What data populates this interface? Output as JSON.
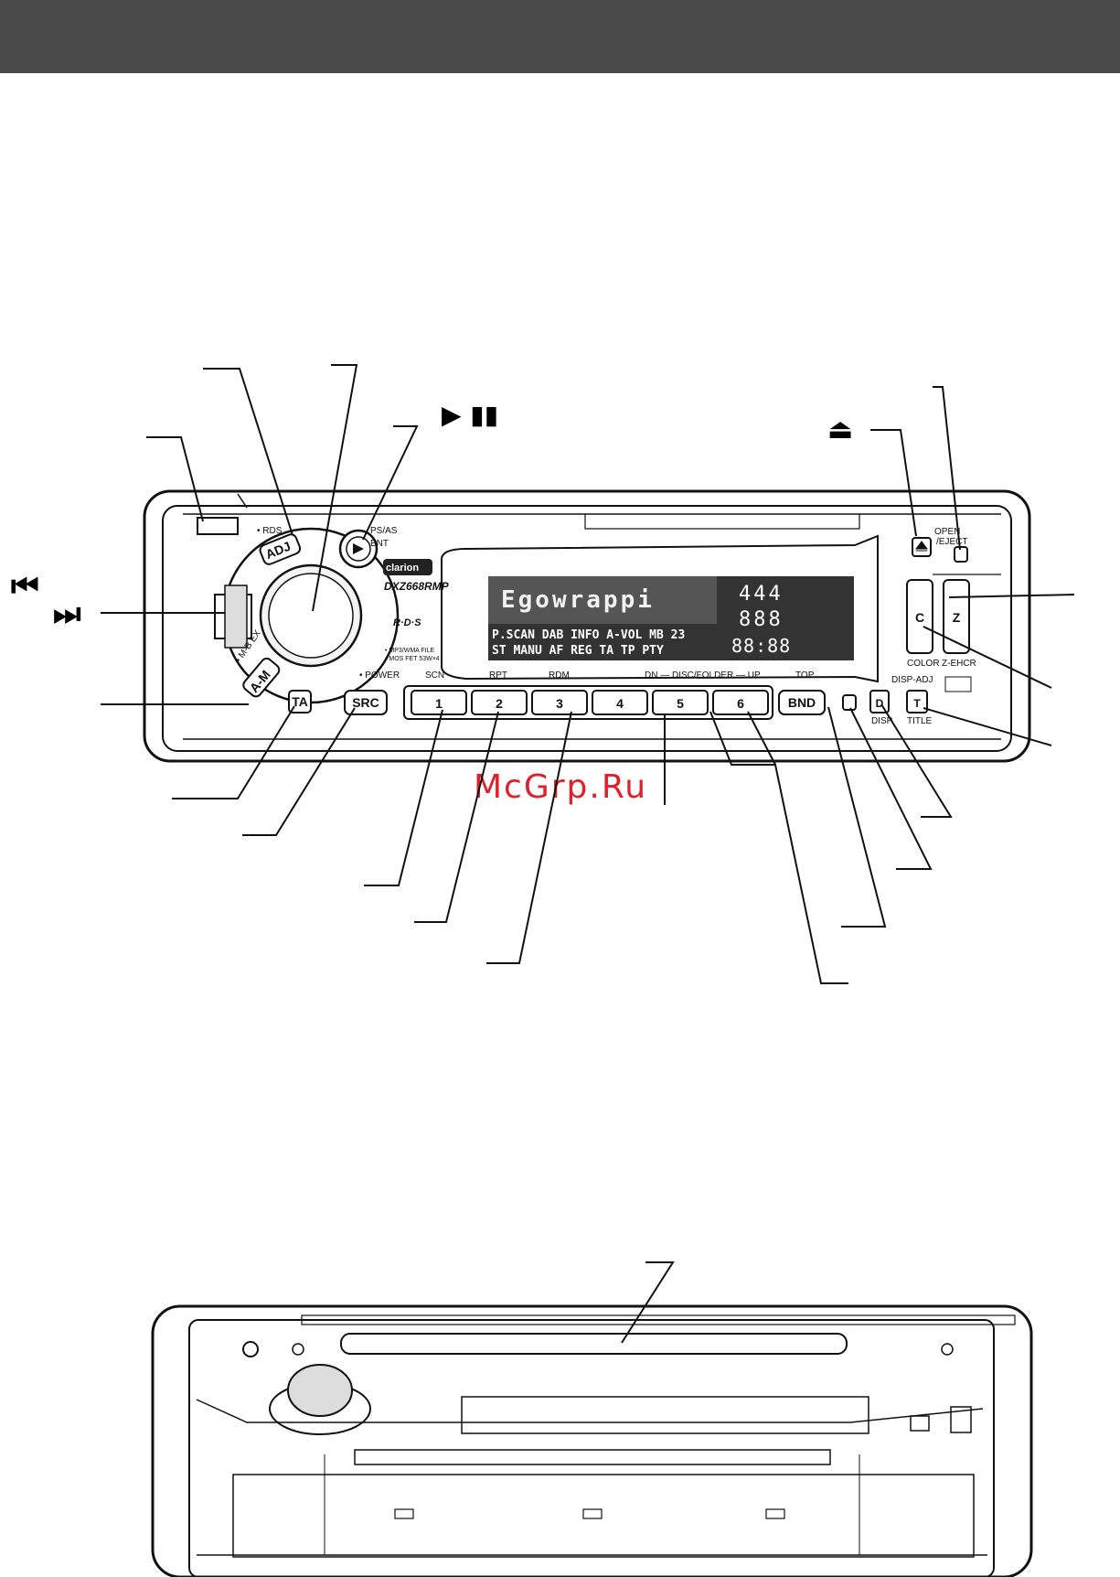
{
  "header": {
    "color": "#4a4a4a"
  },
  "watermark": "McGrp.Ru",
  "icons": {
    "prev": "⏮",
    "next": "⏭",
    "eject": "⏏",
    "play_pause": "▶ ▮▮"
  },
  "radio": {
    "brand": "clarion",
    "model": "DXZ668RMP",
    "rds_logo": "R·D·S",
    "mp3_note": "• MP3/WMA FILE",
    "mosfet_note": "• MOS FET 53W×4",
    "display": {
      "line1": "Egowrappi",
      "line2": "P.SCAN DAB INFO A-VOL MB 23",
      "line3": "ST  MANU AF REG TA TP PTY",
      "seg_top": "444",
      "seg_mid": "888",
      "seg_clock": "88:88"
    },
    "buttons": {
      "rds": "• RDS",
      "adj": "ADJ",
      "ps_as": "PS/AS",
      "ent": "ENT",
      "mbex": "• M-B EX",
      "am": "A-M",
      "ta": "TA",
      "src": "SRC",
      "power": "• POWER",
      "presets": [
        "1",
        "2",
        "3",
        "4",
        "5",
        "6"
      ],
      "bnd": "BND",
      "d": "D",
      "disp": "DISP",
      "t": "T",
      "title": "TITLE",
      "c": "C",
      "z": "Z",
      "color": "COLOR",
      "zehcr": "Z-EHCR",
      "open": "OPEN",
      "eject_lbl": "/EJECT",
      "disp_adj": "DISP-ADJ"
    },
    "labels": {
      "scn": "SCN",
      "rpt": "RPT",
      "rdm": "RDM",
      "dn_disc_up": "DN — DISC/FOLDER — UP",
      "top": "TOP"
    }
  }
}
